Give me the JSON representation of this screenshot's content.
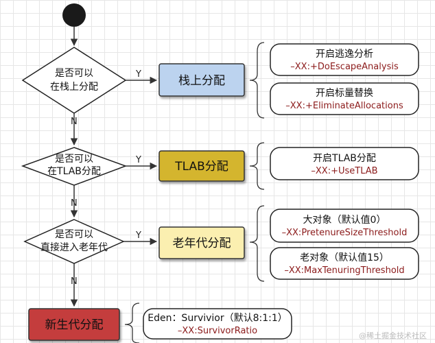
{
  "colors": {
    "stack": "#bcd3ef",
    "tlab": "#d4b52e",
    "old": "#fbefb0",
    "young": "#c43c3c",
    "flag_text": "#8b1a1a"
  },
  "decisions": [
    {
      "line1": "是否可以",
      "line2": "在栈上分配",
      "yes": "Y",
      "no": "N"
    },
    {
      "line1": "是否可以",
      "line2": "在TLAB分配",
      "yes": "Y",
      "no": "N"
    },
    {
      "line1": "是否可以",
      "line2": "直接进入老年代",
      "yes": "Y",
      "no": "N"
    }
  ],
  "actions": {
    "stack": "栈上分配",
    "tlab": "TLAB分配",
    "old": "老年代分配",
    "young": "新生代分配"
  },
  "notes": {
    "escape": {
      "title": "开启逃逸分析",
      "flag": "–XX:+DoEscapeAnalysis"
    },
    "scalar": {
      "title": "开启标量替换",
      "flag": "–XX:+EliminateAllocations"
    },
    "tlab": {
      "title": "开启TLAB分配",
      "flag": "–XX:+UseTLAB"
    },
    "pretenure": {
      "title": "大对象（默认值0）",
      "flag": "–XX:PretenureSizeThreshold"
    },
    "tenuring": {
      "title": "老对象（默认值15）",
      "flag": "–XX:MaxTenuringThreshold"
    },
    "survivor": {
      "title": "Eden：Survivior（默认8:1:1）",
      "flag": "–XX:SurvivorRatio"
    }
  },
  "watermark": "@稀土掘金技术社区"
}
